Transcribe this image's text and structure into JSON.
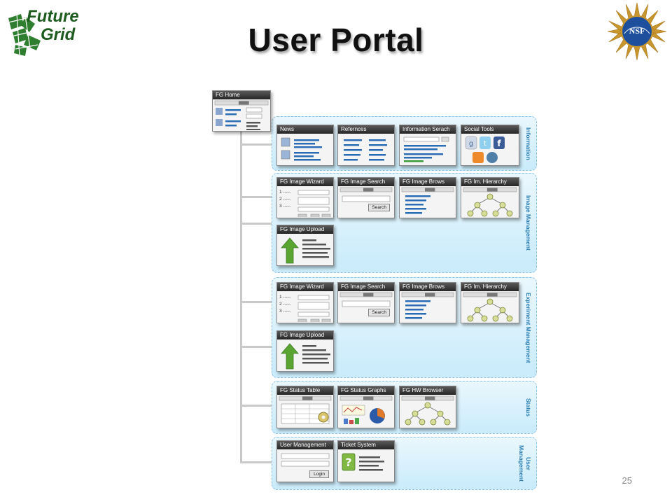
{
  "slide": {
    "title": "User Portal",
    "page_number": "25",
    "logos": {
      "futuregrid_line1": "Future",
      "futuregrid_line2": "Grid",
      "nsf": "NSF"
    }
  },
  "root": {
    "label": "FG Home"
  },
  "groups": [
    {
      "label": "Information",
      "windows": [
        "News",
        "Refernces",
        "Information Serach",
        "Social Tools"
      ]
    },
    {
      "label": "Image Management",
      "windows": [
        "FG Image Wizard",
        "FG Image Search",
        "FG Image Brows",
        "FG Im. Hierarchy",
        "FG Image Upload"
      ]
    },
    {
      "label": "Experiment Management",
      "windows": [
        "FG Image Wizard",
        "FG Image Search",
        "FG Image Brows",
        "FG Im. Hierarchy",
        "FG Image Upload"
      ]
    },
    {
      "label": "Status",
      "windows": [
        "FG Status Table",
        "FG Status Graphs",
        "FG HW Browser"
      ]
    },
    {
      "label": "User Management",
      "windows": [
        "User Management",
        "Ticket System"
      ]
    }
  ],
  "widgets": {
    "search_button": "Search",
    "login_button": "Login",
    "wizard_steps": [
      "1 -----",
      "2 -----",
      "3 -----"
    ]
  },
  "colors": {
    "group_border": "#8fc2e0",
    "group_fill": "#c9ebfb",
    "group_label": "#2e7fb3",
    "window_titlebar": "#333333",
    "text_lines_blue": "#2a6db5",
    "upload_arrow_green": "#5aa532",
    "futuregrid_green": "#1e5b1e",
    "nsf_blue": "#1d4f9c",
    "nsf_gold": "#c8962e"
  }
}
